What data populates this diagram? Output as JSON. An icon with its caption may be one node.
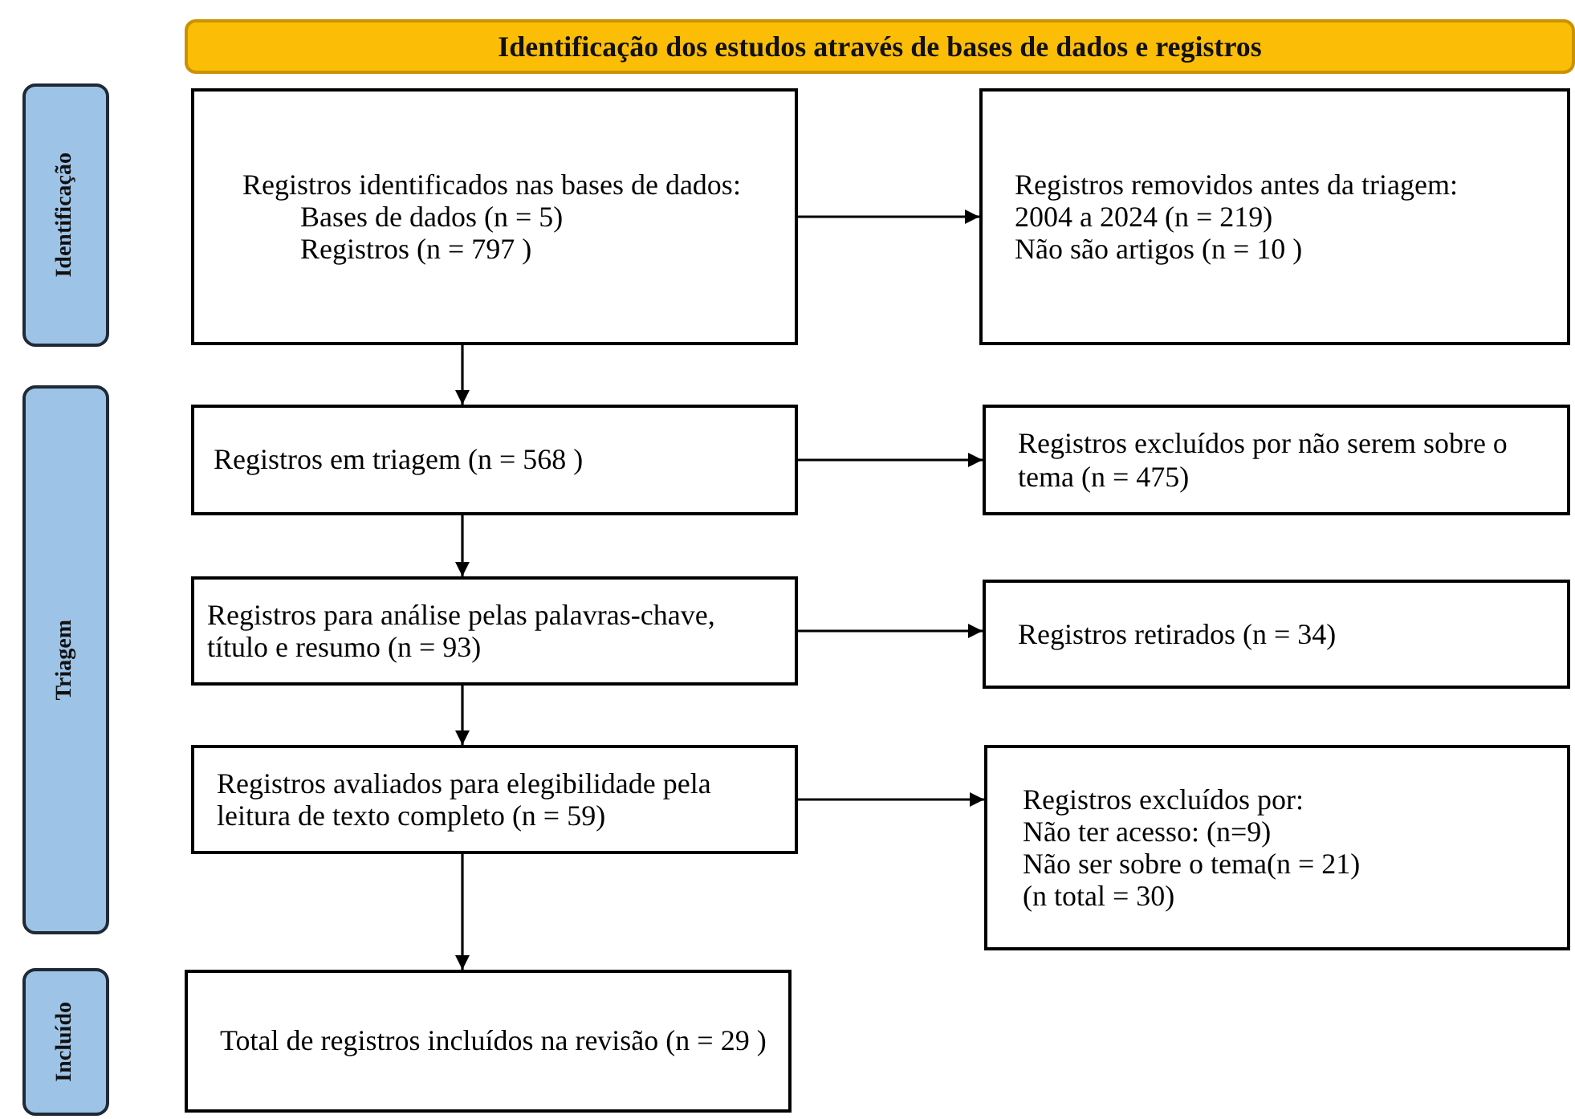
{
  "diagram": {
    "nodes": [
      {
        "text": [
          "Identificação dos estudos através de bases de dados e registros"
        ]
      },
      {
        "text": [
          "Identificação"
        ]
      },
      {
        "text": [
          "Triagem"
        ]
      },
      {
        "text": [
          "Incluído"
        ]
      },
      {
        "text": [
          "Registros identificados nas bases de dados:",
          "Bases de dados (n = 5)",
          "Registros (n = 797 )"
        ]
      },
      {
        "text": [
          "Registros removidos antes da triagem:",
          "2004 a 2024 (n = 219)",
          "Não são artigos (n = 10 )"
        ]
      },
      {
        "text": [
          "Registros em triagem (n = 568 )"
        ]
      },
      {
        "text": [
          "Registros excluídos por não serem sobre o tema (n = 475)"
        ]
      },
      {
        "text": [
          "Registros para análise pelas palavras-chave, título e resumo (n = 93)"
        ]
      },
      {
        "text": [
          "Registros retirados (n = 34)"
        ]
      },
      {
        "text": [
          "Registros avaliados para elegibilidade pela leitura de texto completo (n = 59)"
        ]
      },
      {
        "text": [
          "Registros excluídos por:",
          "Não ter acesso: (n=9)",
          "Não ser sobre o tema(n = 21)",
          "(n total = 30)"
        ]
      },
      {
        "text": [
          "Total de registros incluídos na revisão (n = 29 )"
        ]
      }
    ],
    "edges": [
      {
        "from": 4,
        "to": 5,
        "arrow": "to"
      },
      {
        "from": 4,
        "to": 6,
        "arrow": "to"
      },
      {
        "from": 6,
        "to": 7,
        "arrow": "to"
      },
      {
        "from": 6,
        "to": 8,
        "arrow": "to"
      },
      {
        "from": 8,
        "to": 9,
        "arrow": "to"
      },
      {
        "from": 8,
        "to": 10,
        "arrow": "to"
      },
      {
        "from": 10,
        "to": 11,
        "arrow": "to"
      },
      {
        "from": 10,
        "to": 12,
        "arrow": "to"
      }
    ]
  }
}
